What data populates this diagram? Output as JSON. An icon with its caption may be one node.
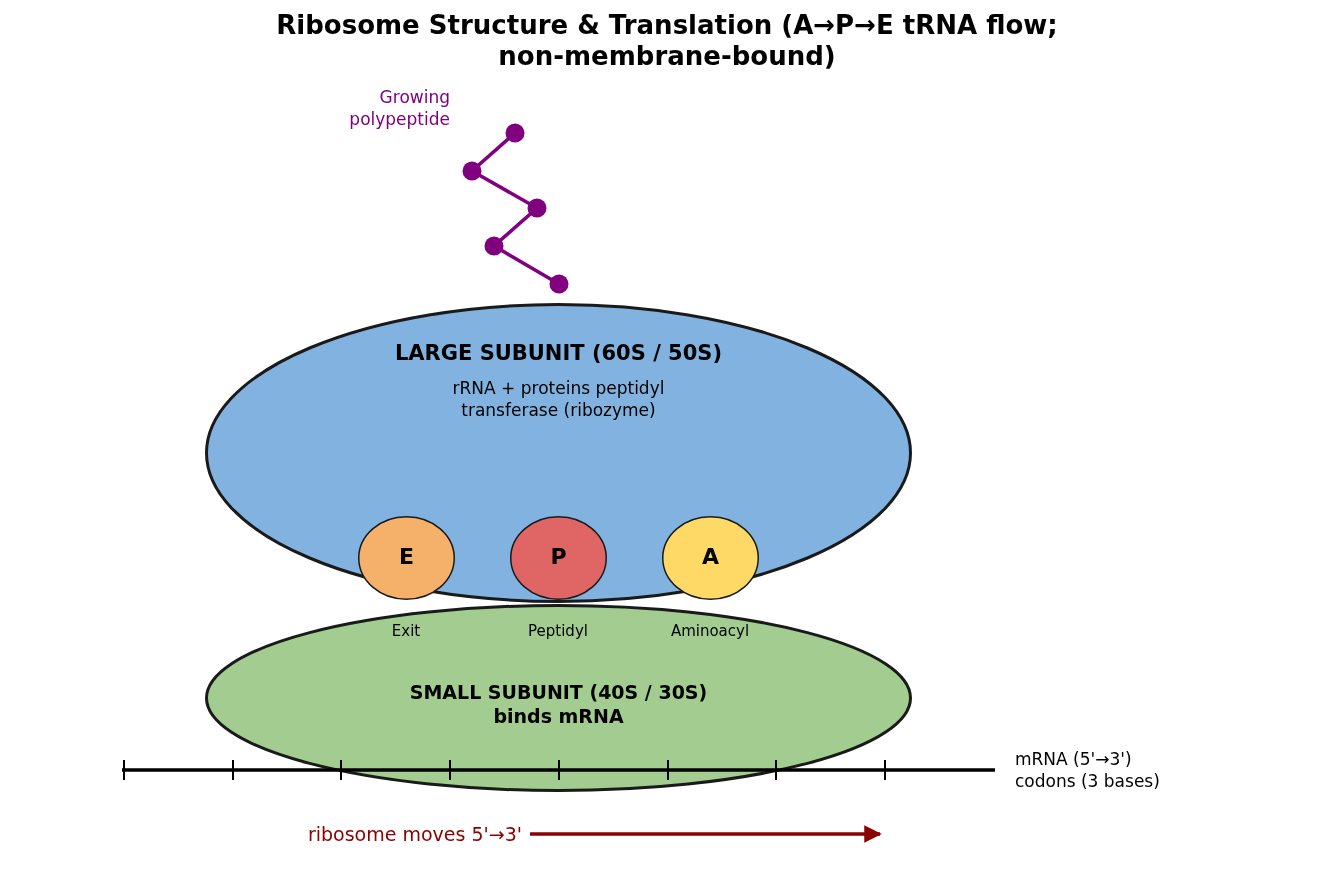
{
  "diagram": {
    "title": "Ribosome Structure & Translation (A→P→E tRNA flow; non-membrane-bound)",
    "nodes": [
      {
        "text": [
          "LARGE SUBUNIT (60S / 50S)",
          "rRNA + proteins peptidyl transferase (ribozyme)"
        ]
      },
      {
        "text": [
          "SMALL SUBUNIT (40S / 30S) binds mRNA"
        ]
      },
      {
        "text": [
          "E"
        ],
        "in": 0
      },
      {
        "text": [
          "P"
        ],
        "in": 0
      },
      {
        "text": [
          "A"
        ],
        "in": 0
      }
    ],
    "labels": [
      "Growing polypeptide",
      "Exit",
      "Peptidyl",
      "Aminoacyl",
      "mRNA (5'→3') codons (3 bases)",
      "ribosome moves 5'→3'"
    ]
  }
}
